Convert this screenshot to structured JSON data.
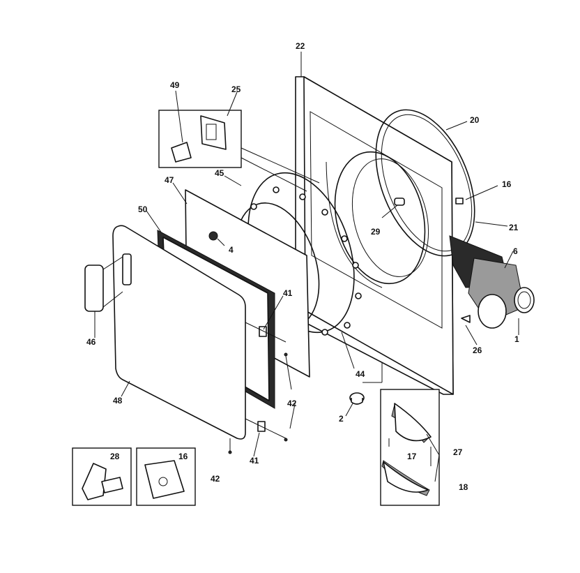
{
  "callouts": {
    "c22": "22",
    "c20": "20",
    "c16a": "16",
    "c21": "21",
    "c6": "6",
    "c1": "1",
    "c26": "26",
    "c29": "29",
    "c49": "49",
    "c25": "25",
    "c45": "45",
    "c47": "47",
    "c50": "50",
    "c4": "4",
    "c41a": "41",
    "c46": "46",
    "c48": "48",
    "c44": "44",
    "c42a": "42",
    "c2": "2",
    "c41b": "41",
    "c42b": "42",
    "c28": "28",
    "c16b": "16",
    "c27": "27",
    "c17": "17",
    "c18": "18"
  },
  "colors": {
    "line": "#111111",
    "background": "#ffffff",
    "shade": "#9a9a9a"
  }
}
